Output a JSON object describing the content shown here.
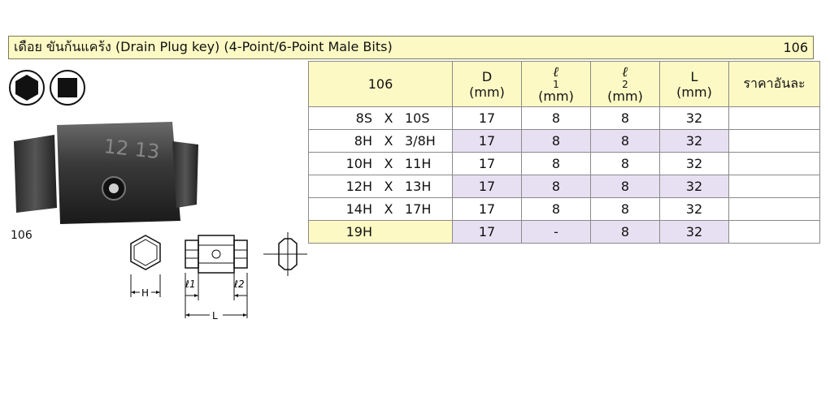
{
  "title": {
    "text": "เดือย ขันก้นแคร้ง (Drain Plug key) (4-Point/6-Point Male Bits)",
    "page_number": "106"
  },
  "icons": [
    "hexagon-icon",
    "square-icon"
  ],
  "product": {
    "model_caption": "106",
    "photo_stamp": "12 13",
    "drawing_labels": {
      "hex_width": "H",
      "l1": "ℓ1",
      "l2": "ℓ2",
      "length": "L"
    }
  },
  "table": {
    "header": {
      "model": "106",
      "d": "D",
      "d_unit": "(mm)",
      "l1": "ℓ",
      "l1_sub": "1",
      "l1_unit": "(mm)",
      "l2": "ℓ",
      "l2_sub": "2",
      "l2_unit": "(mm)",
      "L": "L",
      "L_unit": "(mm)",
      "price": "ราคาอันละ"
    },
    "rows": [
      {
        "size_a": "8S",
        "x": "X",
        "size_b": "10S",
        "d": "17",
        "l1": "8",
        "l2": "8",
        "L": "32",
        "price": ""
      },
      {
        "size_a": "8H",
        "x": "X",
        "size_b": "3/8H",
        "d": "17",
        "l1": "8",
        "l2": "8",
        "L": "32",
        "price": ""
      },
      {
        "size_a": "10H",
        "x": "X",
        "size_b": "11H",
        "d": "17",
        "l1": "8",
        "l2": "8",
        "L": "32",
        "price": ""
      },
      {
        "size_a": "12H",
        "x": "X",
        "size_b": "13H",
        "d": "17",
        "l1": "8",
        "l2": "8",
        "L": "32",
        "price": ""
      },
      {
        "size_a": "14H",
        "x": "X",
        "size_b": "17H",
        "d": "17",
        "l1": "8",
        "l2": "8",
        "L": "32",
        "price": ""
      },
      {
        "size_a": "19H",
        "x": "",
        "size_b": "",
        "d": "17",
        "l1": "-",
        "l2": "8",
        "L": "32",
        "price": ""
      }
    ]
  },
  "colors": {
    "header_bg": "#fdf9c4",
    "row_shade": "#e7e0f2",
    "border": "#8a8a8a"
  }
}
